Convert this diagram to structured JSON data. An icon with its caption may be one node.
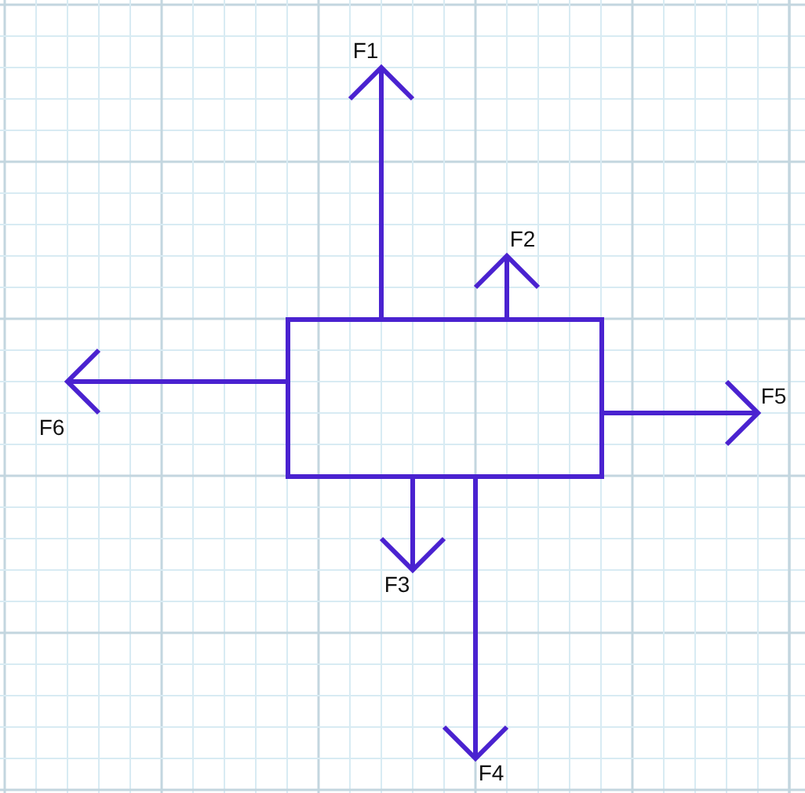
{
  "diagram": {
    "nodes": [
      {
        "text": [],
        "shape": "box"
      }
    ],
    "labels": [
      "F1",
      "F2",
      "F3",
      "F4",
      "F5",
      "F6"
    ]
  }
}
